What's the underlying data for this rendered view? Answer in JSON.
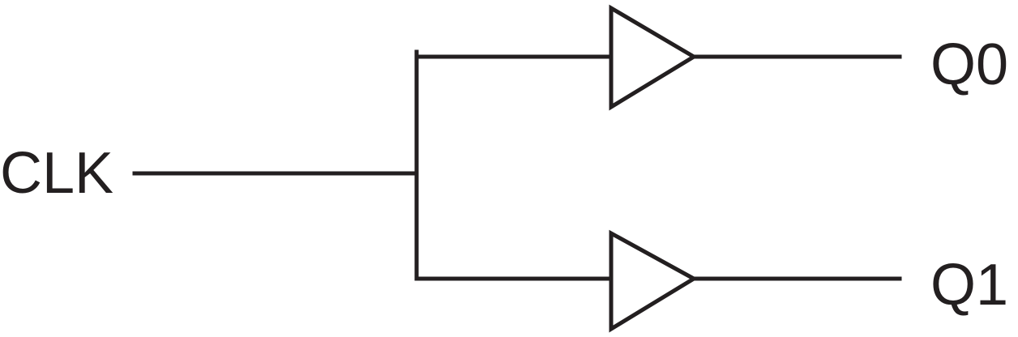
{
  "diagram": {
    "input_label": "CLK",
    "outputs": [
      {
        "label": "Q0"
      },
      {
        "label": "Q1"
      }
    ],
    "colors": {
      "line": "#231f20",
      "background": "#ffffff"
    },
    "element_type": "buffer"
  }
}
